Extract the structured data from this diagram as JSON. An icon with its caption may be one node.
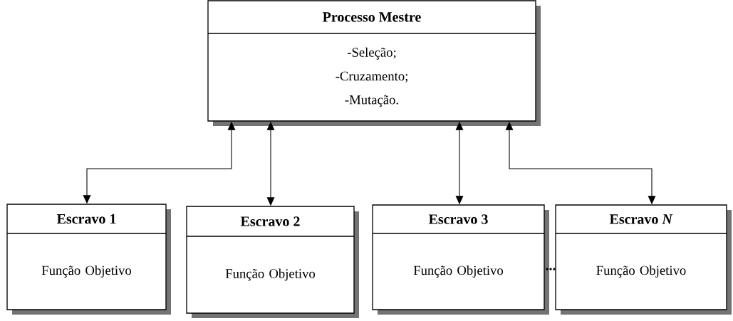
{
  "diagram": {
    "nodes": [
      {
        "text": [
          "Processo Mestre",
          "-Seleção; -Cruzamento; -Mutação."
        ]
      },
      {
        "text": [
          "Escravo 1",
          "Função Objetivo"
        ]
      },
      {
        "text": [
          "Escravo 2",
          "Função Objetivo"
        ]
      },
      {
        "text": [
          "Escravo 3",
          "Função Objetivo"
        ]
      },
      {
        "text": [
          "Escravo *N*",
          "Função Objetivo"
        ]
      }
    ],
    "edges": [
      {
        "from": 0,
        "to": 1,
        "arrow": "both"
      },
      {
        "from": 0,
        "to": 2,
        "arrow": "both"
      },
      {
        "from": 0,
        "to": 3,
        "arrow": "both"
      },
      {
        "from": 0,
        "to": 4,
        "arrow": "both"
      }
    ],
    "labels": [
      "..."
    ]
  }
}
